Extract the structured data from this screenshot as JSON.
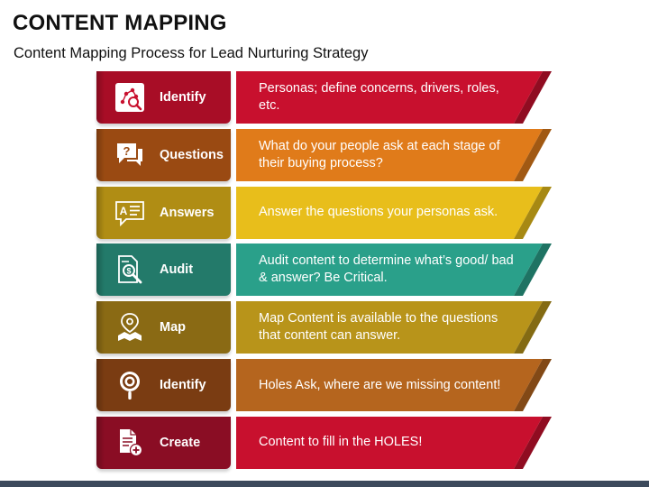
{
  "header": {
    "title": "CONTENT MAPPING",
    "subtitle": "Content Mapping Process for Lead Nurturing Strategy"
  },
  "steps": [
    {
      "label": "Identify",
      "icon": "network-search-icon",
      "description": "Personas; define concerns, drivers, roles, etc.",
      "color": "#c8102e",
      "dark": "#a80d26"
    },
    {
      "label": "Questions",
      "icon": "question-bubble-icon",
      "description": "What do your people ask at each stage of their buying process?",
      "color": "#e07b1a",
      "dark": "#9a4a12"
    },
    {
      "label": "Answers",
      "icon": "answer-doc-icon",
      "description": "Answer the questions your personas ask.",
      "color": "#e8be1b",
      "dark": "#b08d14"
    },
    {
      "label": "Audit",
      "icon": "audit-search-icon",
      "description": "Audit content to determine what’s good/ bad & answer? Be Critical.",
      "color": "#2aa08a",
      "dark": "#237a6a"
    },
    {
      "label": "Map",
      "icon": "map-pin-icon",
      "description": "Map Content is available to the questions that content can answer.",
      "color": "#b8941a",
      "dark": "#8a6a14"
    },
    {
      "label": "Identify",
      "icon": "target-search-icon",
      "description": "Holes Ask, where are we missing content!",
      "color": "#b5651e",
      "dark": "#7a3c12"
    },
    {
      "label": "Create",
      "icon": "new-document-icon",
      "description": "Content to fill in the HOLES!",
      "color": "#c8102e",
      "dark": "#8a0d24"
    }
  ]
}
